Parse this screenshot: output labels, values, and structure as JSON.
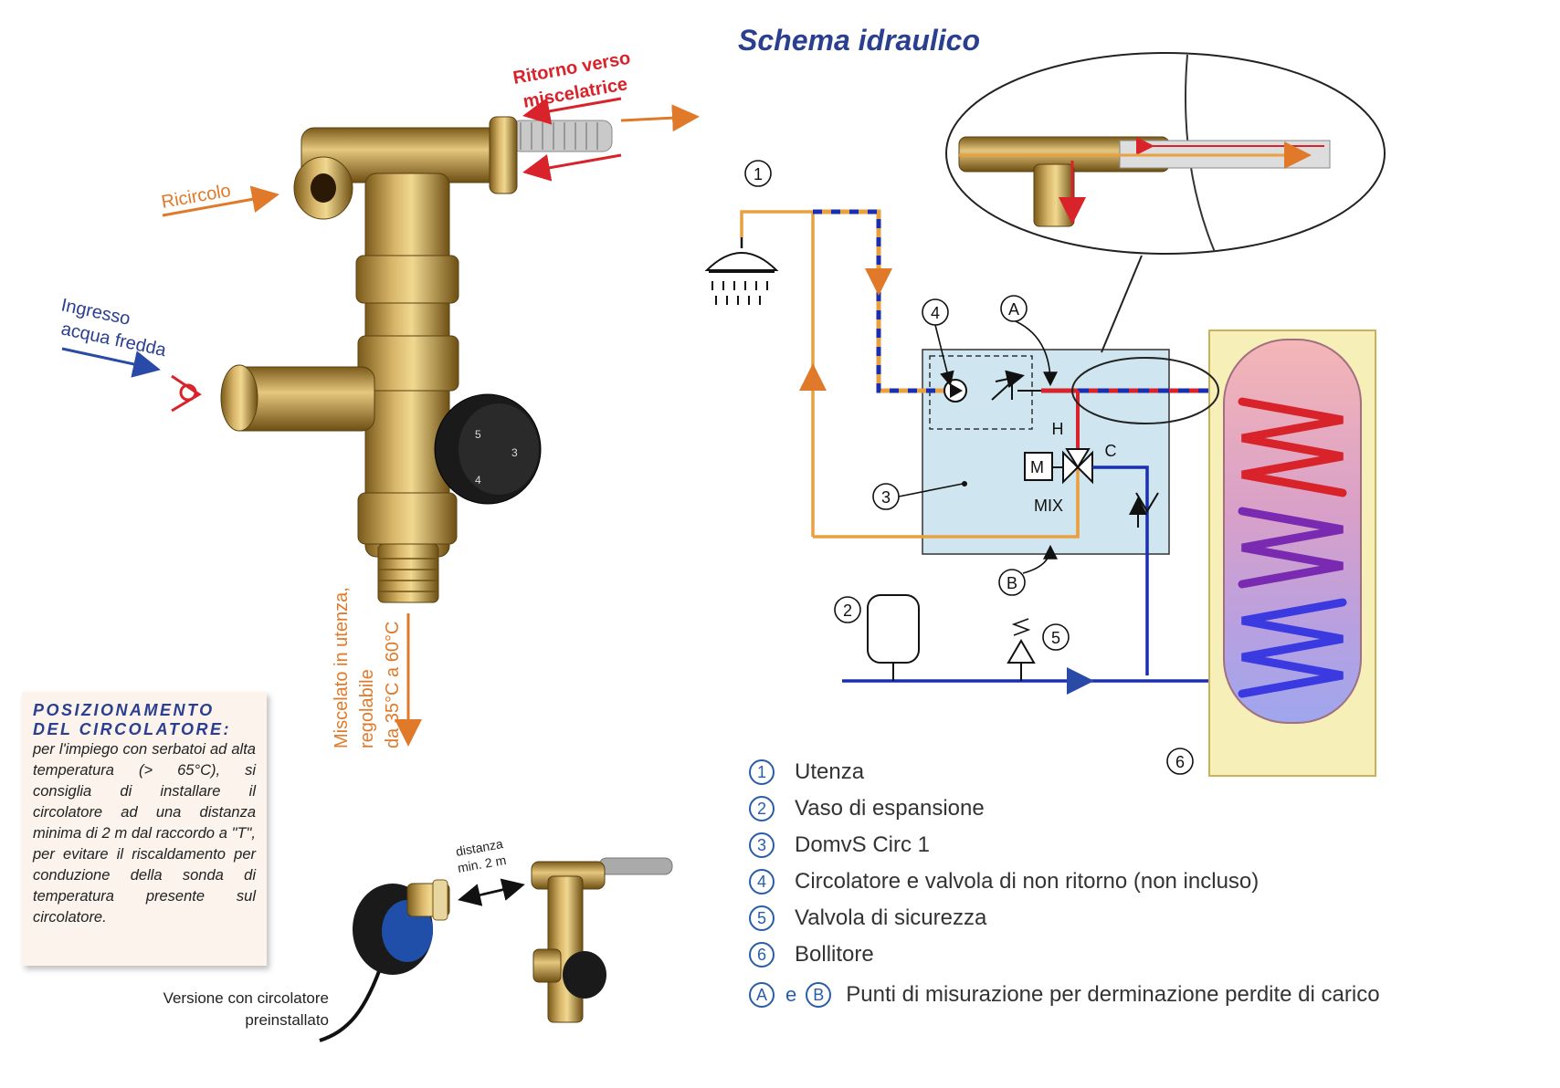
{
  "title": "Schema idraulico",
  "photo_labels": {
    "ritorno_line1": "Ritorno verso",
    "ritorno_line2": "miscelatrice",
    "ricircolo": "Ricircolo",
    "ingresso_line1": "Ingresso",
    "ingresso_line2": "acqua fredda",
    "miscelato_line1": "Miscelato in utenza,",
    "miscelato_line2": "regolabile",
    "miscelato_line3": "da 35°C a 60°C"
  },
  "note": {
    "title": "POSIZIONAMENTO DEL CIRCOLATORE:",
    "body": "per l'impiego con serbatoi ad alta temperatura (> 65°C), si consiglia di installare il circolatore ad una distanza minima di 2 m dal raccordo a \"T\", per evitare il riscaldamento per conduzione della sonda di temperatura presente sul circolatore."
  },
  "small_photo": {
    "distance_line1": "distanza",
    "distance_line2": "min. 2 m",
    "caption_line1": "Versione con circolatore",
    "caption_line2": "preinstallato"
  },
  "schema_labels": {
    "n1": "1",
    "n2": "2",
    "n3": "3",
    "n4": "4",
    "n5": "5",
    "n6": "6",
    "A": "A",
    "B": "B",
    "H": "H",
    "C": "C",
    "MIX": "MIX",
    "M": "M"
  },
  "legend": {
    "items": [
      {
        "num": "1",
        "text": "Utenza"
      },
      {
        "num": "2",
        "text": "Vaso di espansione"
      },
      {
        "num": "3",
        "text": "DomvS Circ 1"
      },
      {
        "num": "4",
        "text": "Circolatore e valvola di non ritorno (non incluso)"
      },
      {
        "num": "5",
        "text": "Valvola di sicurezza"
      },
      {
        "num": "6",
        "text": "Bollitore"
      }
    ],
    "ab": {
      "a": "A",
      "conj": "e",
      "b": "B",
      "text": "Punti di misurazione per derminazione perdite di carico"
    }
  },
  "colors": {
    "brand_blue": "#2a3f8f",
    "orange": "#e8a040",
    "cold_blue": "#1a2fb0",
    "hot_red": "#d9232a",
    "module_fill": "#cfe6f0"
  }
}
